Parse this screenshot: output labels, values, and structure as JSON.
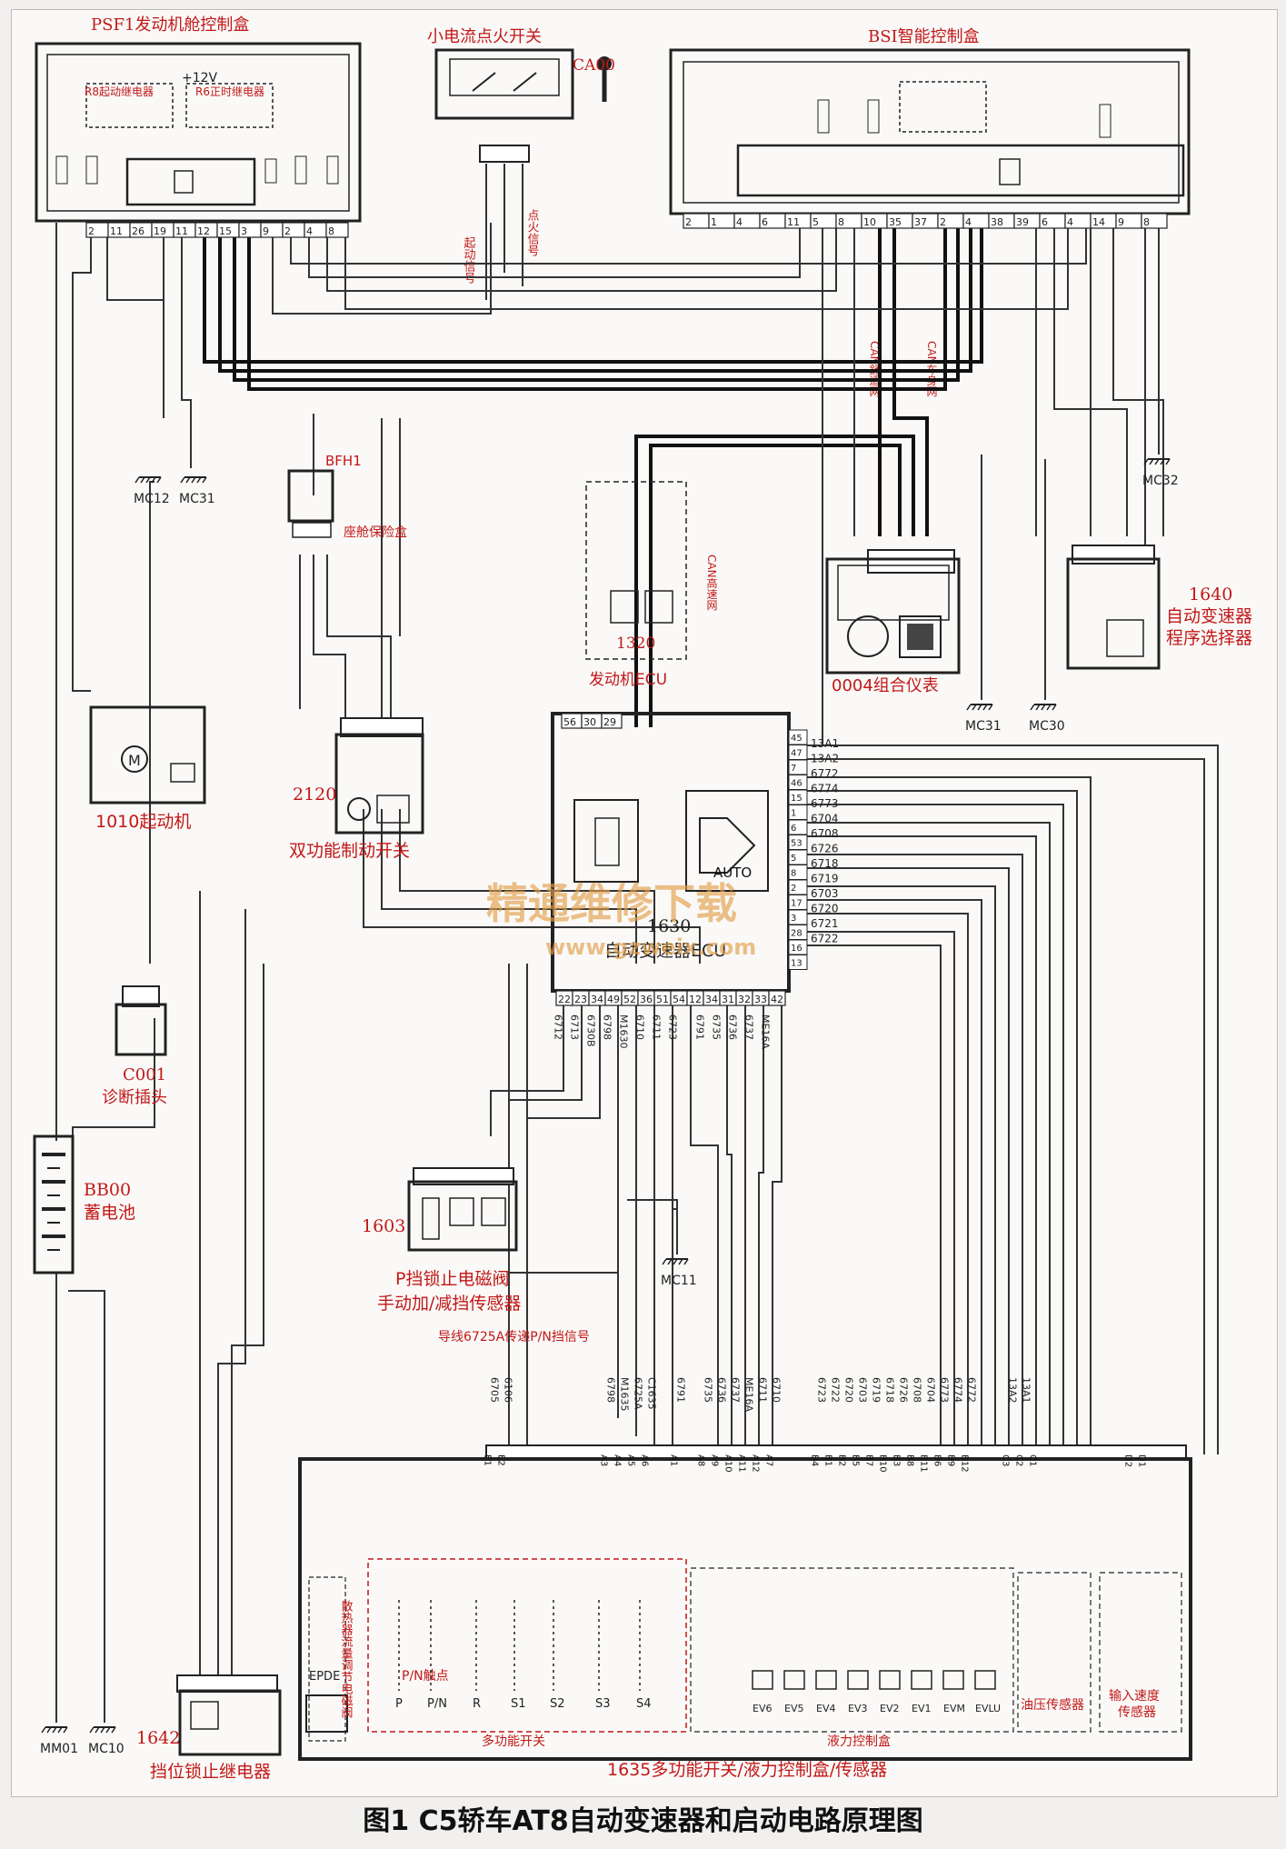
{
  "caption": "图1 C5轿车AT8自动变速器和启动电路原理图",
  "watermark": {
    "text": "精通维修下载",
    "url": "www.gzweix.com"
  },
  "components": {
    "psf1": "PSF1发动机舱控制盒",
    "ignition": "小电流点火开关",
    "ca00": "CA00",
    "bsi": "BSI智能控制盒",
    "r8": "R8起动继电器",
    "r6": "R6正时继电器",
    "plus12v": "+12V",
    "start_signal": "起动信号",
    "ign_signal": "点火信号",
    "bfh1": "BFH1",
    "bfh1_desc": "座舱保险盒",
    "ecu1320_num": "1320",
    "ecu1320": "发动机ECU",
    "can_comfort": "CAN舒适网",
    "can_body": "CAN车身网",
    "can_high": "CAN高速网",
    "cluster": "0004组合仪表",
    "sel_num": "1640",
    "sel_name1": "自动变速器",
    "sel_name2": "程序选择器",
    "starter": "1010起动机",
    "brake_num": "2120",
    "brake": "双功能制动开关",
    "tcu_num": "1630",
    "tcu": "自动变速器ECU",
    "auto": "AUTO",
    "diag_num": "C001",
    "diag": "诊断插头",
    "batt_num": "BB00",
    "batt": "蓄电池",
    "sol_num": "1603",
    "sol1": "P挡锁止电磁阀",
    "sol2": "手动加/减挡传感器",
    "wire_note": "导线6725A传递P/N挡信号",
    "cooling": "散热器流量调节电磁阀",
    "epde": "EPDE",
    "pn_contact": "P/N触点",
    "multifunction": "多功能开关",
    "hydraulic": "液力控制盒",
    "oil_sensor": "油压传感器",
    "speed_sensor1": "输入速度",
    "speed_sensor2": "传感器",
    "relay_num": "1642",
    "relay": "挡位锁止继电器",
    "box1635": "1635多功能开关/液力控制盒/传感器"
  },
  "grounds": [
    "MC12",
    "MC31",
    "MC31",
    "MC30",
    "MC32",
    "MC11",
    "MM01",
    "MC10"
  ],
  "connectors": {
    "psf1_pins": [
      "2",
      "11",
      "26",
      "19",
      "11",
      "12",
      "15",
      "3",
      "9",
      "2",
      "4",
      "8"
    ],
    "bsi_pins": [
      "2",
      "1",
      "4",
      "6",
      "11",
      "5",
      "8",
      "10",
      "35",
      "37",
      "2",
      "4",
      "38",
      "39",
      "6",
      "4",
      "14",
      "9",
      "8"
    ],
    "tcu_top": [
      "56",
      "30",
      "29"
    ],
    "tcu_right": [
      "45",
      "47",
      "7",
      "46",
      "15",
      "1",
      "6",
      "53",
      "5",
      "8",
      "2",
      "17",
      "3",
      "28",
      "16",
      "13"
    ],
    "tcu_bottom": [
      "22",
      "23",
      "34",
      "49",
      "52",
      "36",
      "51",
      "54",
      "12",
      "34",
      "31",
      "32",
      "33",
      "42"
    ],
    "box_pins": [
      "E1",
      "E2",
      "A3",
      "A4",
      "A5",
      "A6",
      "A1",
      "A8",
      "A9",
      "A10",
      "A11",
      "A12",
      "A7",
      "B4",
      "B1",
      "B2",
      "B5",
      "B7",
      "B10",
      "B3",
      "B8",
      "B11",
      "B6",
      "B9",
      "B12",
      "C3",
      "C2",
      "C1",
      "D2",
      "D1"
    ],
    "mf_positions": [
      "P",
      "P/N",
      "R",
      "S1",
      "S2",
      "S3",
      "S4"
    ],
    "valves": [
      "EV6",
      "EV5",
      "EV4",
      "EV3",
      "EV2",
      "EV1",
      "EVM",
      "EVLU"
    ]
  },
  "wires_tcu_right": [
    "13A1",
    "13A2",
    "6772",
    "6774",
    "6773",
    "6704",
    "6708",
    "6726",
    "6718",
    "6719",
    "6703",
    "6720",
    "6721",
    "6722"
  ],
  "wires_tcu_bottom": [
    "6712",
    "6713",
    "6730B",
    "6798",
    "M1630",
    "6710",
    "6711",
    "6723",
    "6791",
    "6735",
    "6736",
    "6737",
    "ME16A"
  ],
  "wires_box": [
    "6705",
    "6106",
    "6798",
    "M1635",
    "6725A",
    "C1635",
    "6791",
    "6735",
    "6736",
    "6737",
    "ME16A",
    "6711",
    "6710",
    "6723",
    "6722",
    "6720",
    "6703",
    "6719",
    "6718",
    "6726",
    "6708",
    "6704",
    "6773",
    "6774",
    "6772",
    "13A2",
    "13A1"
  ],
  "icons": [
    "relay",
    "fuse",
    "ecu-chip",
    "motor",
    "battery",
    "key",
    "ground"
  ]
}
